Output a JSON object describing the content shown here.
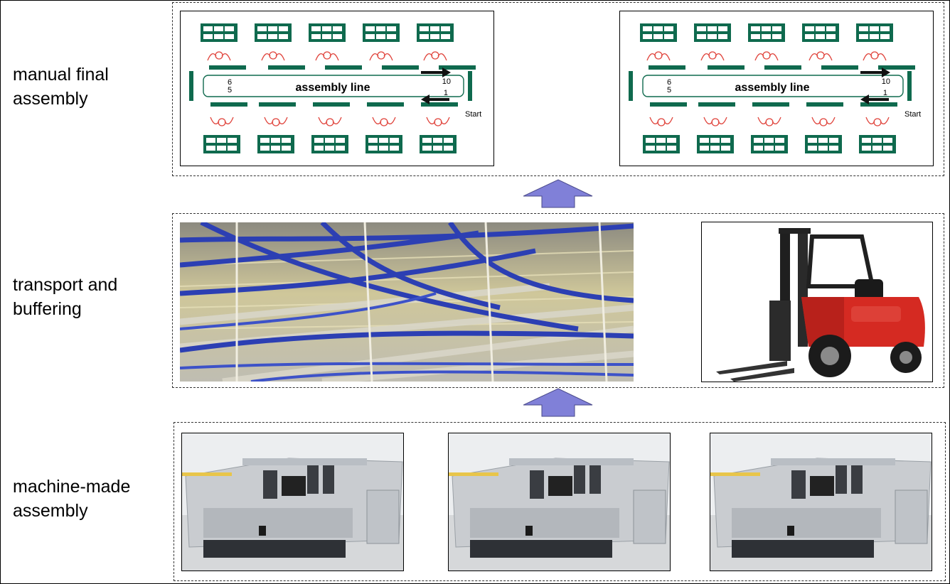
{
  "tiers": [
    {
      "label": "manual  final\nassembly"
    },
    {
      "label": "transport and\nbuffering"
    },
    {
      "label": "machine-made\nassembly"
    }
  ],
  "assembly_panels": [
    {
      "line_label": "assembly line",
      "num_top_left": "6",
      "num_bottom_left": "5",
      "num_top_right": "10",
      "num_bottom_right": "1",
      "start_label": "Start"
    },
    {
      "line_label": "assembly line",
      "num_top_left": "6",
      "num_bottom_left": "5",
      "num_top_right": "10",
      "num_bottom_right": "1",
      "start_label": "Start"
    }
  ],
  "colors": {
    "station_green": "#0f6a4e",
    "worker_red": "#e0443c",
    "arrow_fill": "#8080d8",
    "rail_blue": "#2c3fb3",
    "forklift_red": "#d52a22"
  },
  "images": {
    "conveyor": "overhead-conveyor-photo",
    "forklift": "forklift-photo",
    "machine": "assembly-machine-photo"
  }
}
